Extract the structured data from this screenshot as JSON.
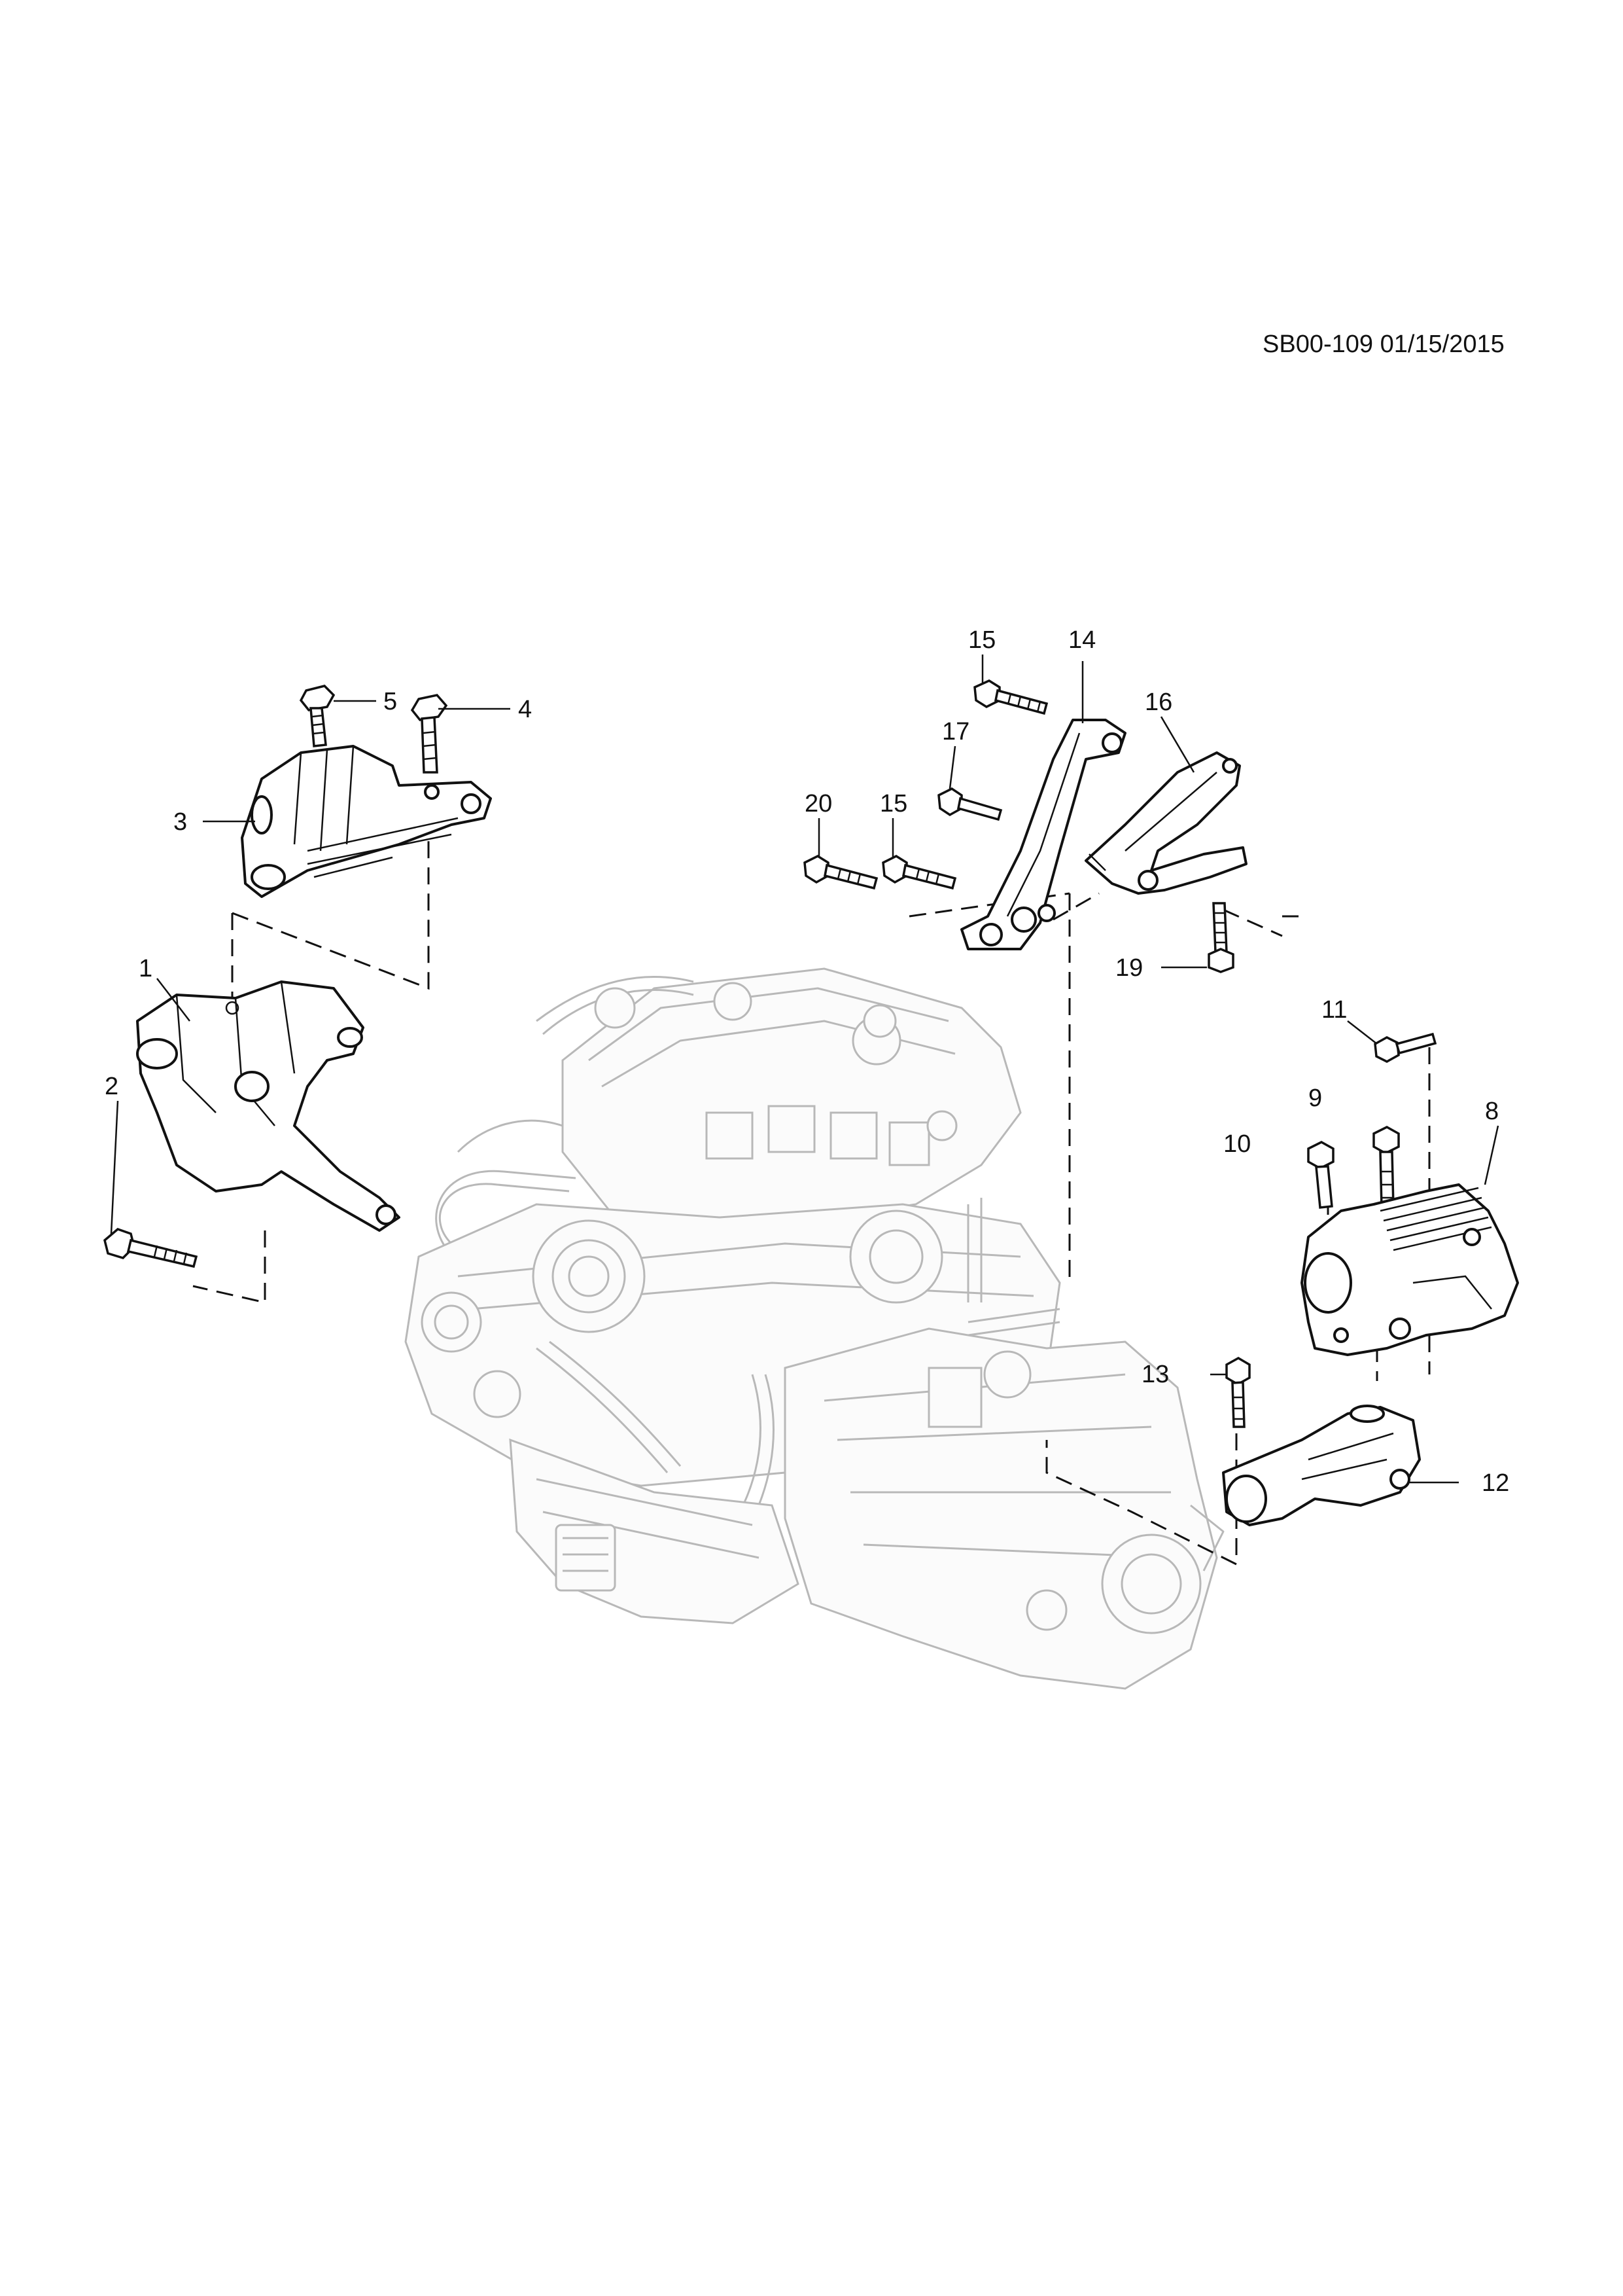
{
  "reference_code": "SB00-109 01/15/2015",
  "callouts": {
    "c1": "1",
    "c2": "2",
    "c3": "3",
    "c4": "4",
    "c5": "5",
    "c8": "8",
    "c9": "9",
    "c10": "10",
    "c11": "11",
    "c12": "12",
    "c13": "13",
    "c14": "14",
    "c15a": "15",
    "c15b": "15",
    "c16": "16",
    "c17": "17",
    "c19": "19",
    "c20": "20"
  }
}
